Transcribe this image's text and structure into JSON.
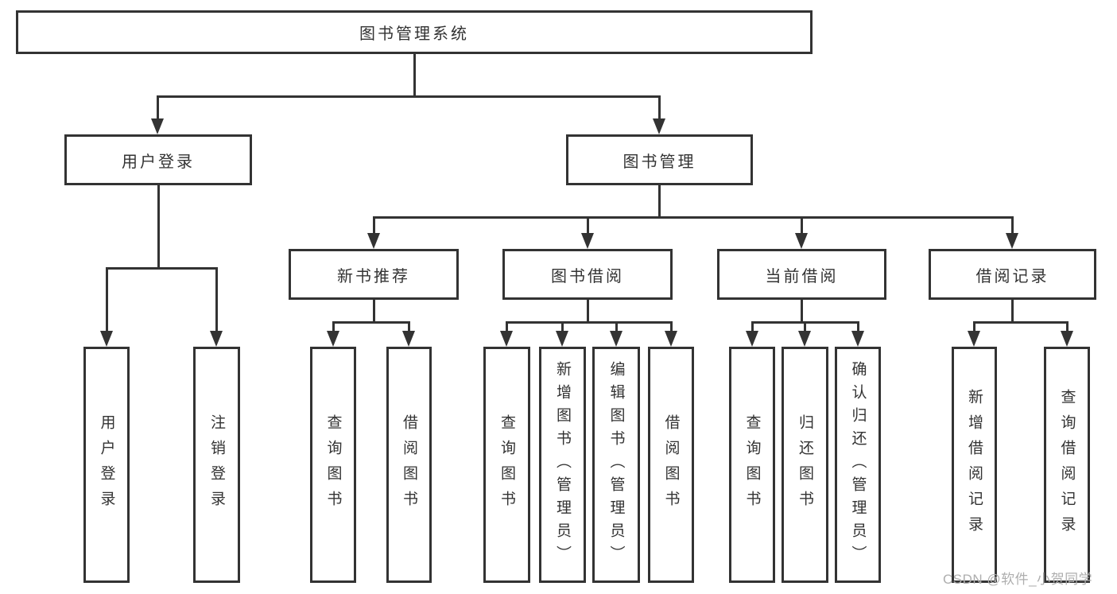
{
  "colors": {
    "line": "#333333",
    "text": "#333333",
    "watermark": "#aeaeae",
    "background": "#ffffff"
  },
  "watermark": "CSDN @软件_小贺同学",
  "diagram": {
    "root": "图书管理系统",
    "level2": [
      "用户登录",
      "图书管理"
    ],
    "level3": [
      "新书推荐",
      "图书借阅",
      "当前借阅",
      "借阅记录"
    ],
    "leaves": {
      "login": [
        "用户登录",
        "注销登录"
      ],
      "recommend": [
        "查询图书",
        "借阅图书"
      ],
      "borrow": [
        "查询图书",
        "新增图书（管理员）",
        "编辑图书（管理员）",
        "借阅图书"
      ],
      "current": [
        "查询图书",
        "归还图书",
        "确认归还（管理员）"
      ],
      "records": [
        "新增借阅记录",
        "查询借阅记录"
      ]
    }
  }
}
